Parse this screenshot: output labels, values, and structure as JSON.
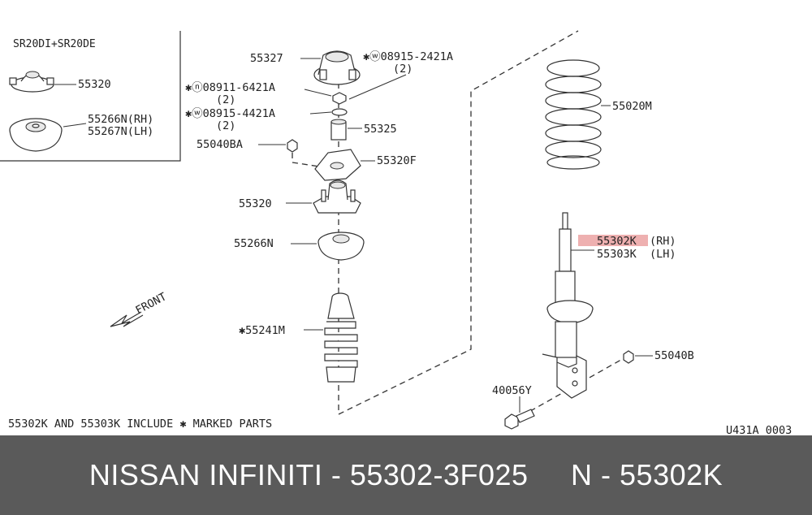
{
  "inset": {
    "title": "SR20DI+SR20DE",
    "labels": [
      "55320",
      "55266N(RH)",
      "55267N(LH)"
    ]
  },
  "labels": {
    "p55327": "55327",
    "p08915_2421": "✱ⓦ08915-2421A",
    "p08915_2421_qty": "(2)",
    "p08911": "✱ⓝ08911-6421A",
    "p08911_qty": "(2)",
    "p08915_4421": "✱ⓦ08915-4421A",
    "p08915_4421_qty": "(2)",
    "p55325": "55325",
    "p55040BA": "55040BA",
    "p55320F": "55320F",
    "p55320": "55320",
    "p55266N": "55266N",
    "p55241M": "✱55241M",
    "p55020M": "55020M",
    "p55302K": "55302K",
    "p55302K_side": "(RH)",
    "p55303K": "55303K",
    "p55303K_side": "(LH)",
    "p55040B": "55040B",
    "p40056Y": "40056Y",
    "front": "FRONT"
  },
  "highlight_color": "#e07070",
  "footnote": "55302K AND 55303K INCLUDE ✱ MARKED PARTS",
  "diagram_code": "U431A 0003",
  "banner": {
    "text": "NISSAN INFINITI - 55302-3F025     N - 55302K",
    "background": "#5a5a5a",
    "color": "#ffffff"
  }
}
